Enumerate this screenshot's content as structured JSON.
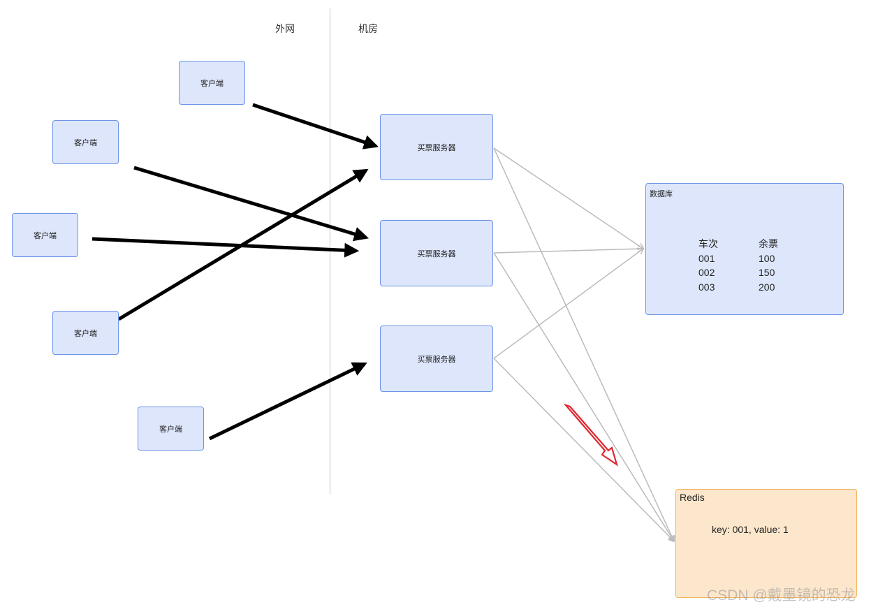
{
  "zones": {
    "external": "外网",
    "datacenter": "机房"
  },
  "clients": [
    "客户端",
    "客户端",
    "客户端",
    "客户端",
    "客户端"
  ],
  "servers": [
    "买票服务器",
    "买票服务器",
    "买票服务器"
  ],
  "database": {
    "title": "数据库",
    "headers": [
      "车次",
      "余票"
    ],
    "rows": [
      [
        "001",
        "100"
      ],
      [
        "002",
        "150"
      ],
      [
        "003",
        "200"
      ]
    ]
  },
  "redis": {
    "title": "Redis",
    "content": "key: 001, value: 1"
  },
  "watermark": "CSDN @戴墨镜的恐龙",
  "colors": {
    "box_fill": "#dde6fb",
    "box_border": "#6b93e8",
    "redis_fill": "#fde7cc",
    "redis_border": "#f2b35c",
    "request_arrow": "#000000",
    "connection_line": "#bbbbbb",
    "highlight_arrow": "#e0262e"
  }
}
